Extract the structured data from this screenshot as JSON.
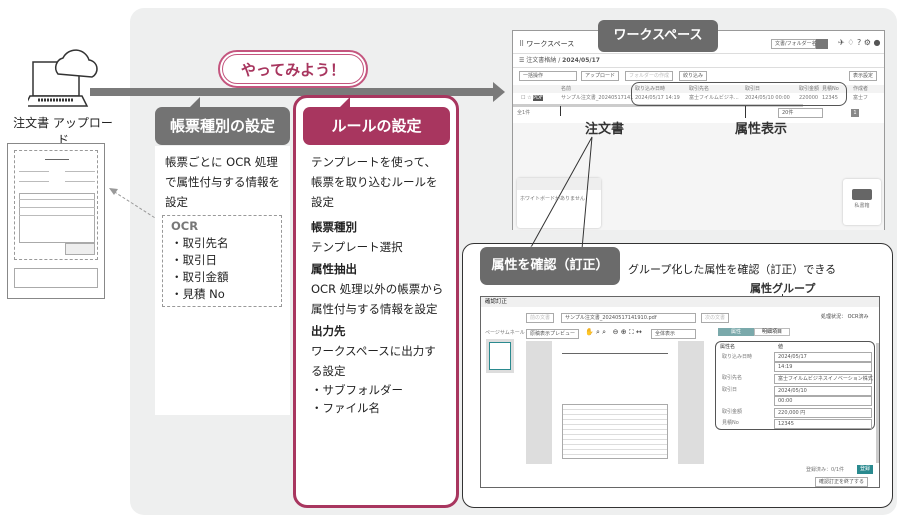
{
  "upload": {
    "label": "注文書 アップロード",
    "icon": "laptop-cloud-icon"
  },
  "badge": "やってみよう！",
  "form_type": {
    "title": "帳票種別の設定",
    "desc": "帳票ごとに OCR 処理で属性付与する情報を設定",
    "ocr_title": "OCR",
    "ocr_items": [
      "・取引先名",
      "・取引日",
      "・取引金額",
      "・見積 No"
    ]
  },
  "rule": {
    "title": "ルールの設定",
    "desc": "テンプレートを使って、 帳票を取り込むルールを設定",
    "sections": [
      {
        "h": "帳票種別",
        "t": "テンプレート選択"
      },
      {
        "h": "属性抽出",
        "t": "OCR 処理以外の帳票から属性付与する情報を設定"
      },
      {
        "h": "出力先",
        "t": "ワークスペースに出力する設定"
      }
    ],
    "items": [
      "・サブフォルダー",
      "・ファイル名"
    ]
  },
  "workspace": {
    "label": "ワークスペース",
    "app_title": "ワークスペース",
    "search_placeholder": "文書/フォルダー名",
    "breadcrumb": [
      "注文書格納",
      "2024/05/17"
    ],
    "toolbar": [
      "一括操作",
      "アップロード",
      "フォルダーの作成",
      "絞り込み",
      "表示設定"
    ],
    "columns": [
      "名前",
      "取り込み日時",
      "取引先名",
      "取引日",
      "取引金額",
      "見積No",
      "作成者"
    ],
    "row": [
      "サンプル注文書_20240517141",
      "2024/05/17 14:19",
      "富士フイルムビジネ...",
      "2024/05/10 00:00",
      "220000",
      "12345",
      "富士フ"
    ],
    "count": "全1件",
    "per_page": "20件",
    "page": "1",
    "empty_tray": "ホワイトボードがありません",
    "tray": "私書箱",
    "callout_doc": "注文書",
    "callout_attr": "属性表示"
  },
  "confirm": {
    "title": "属性を確認（訂正）",
    "desc": "グループ化した属性を確認（訂正）できる",
    "group_label": "属性グループ",
    "window_title": "確認訂正",
    "prev": "前の文書",
    "file": "サンプル注文書_20240517141910.pdf",
    "next": "次の文書",
    "status": "処理状況： OCR済み",
    "page_thumb": "ページサムネール",
    "preview": "原稿表示プレビュー",
    "fit": "全体表示",
    "tabs": [
      "属性",
      "明細項目"
    ],
    "head": [
      "属性名",
      "値"
    ],
    "attrs": [
      {
        "name": "取り込み日時",
        "vals": [
          "2024/05/17",
          "14:19"
        ]
      },
      {
        "name": "取引先名",
        "vals": [
          "富士フイルムビジネスイノベーション株式"
        ]
      },
      {
        "name": "取引日",
        "vals": [
          "2024/05/10",
          "00:00"
        ]
      },
      {
        "name": "取引金額",
        "vals": [
          "220,000 円"
        ]
      },
      {
        "name": "見積No",
        "vals": [
          "12345"
        ]
      }
    ],
    "registered": "登録済み：0/1件",
    "register": "登録",
    "finish": "確認訂正を終了する"
  },
  "colors": {
    "accent": "#a8365f",
    "gray_tab": "#737373",
    "bg": "#eeefef",
    "teal": "#2a8a8f"
  }
}
